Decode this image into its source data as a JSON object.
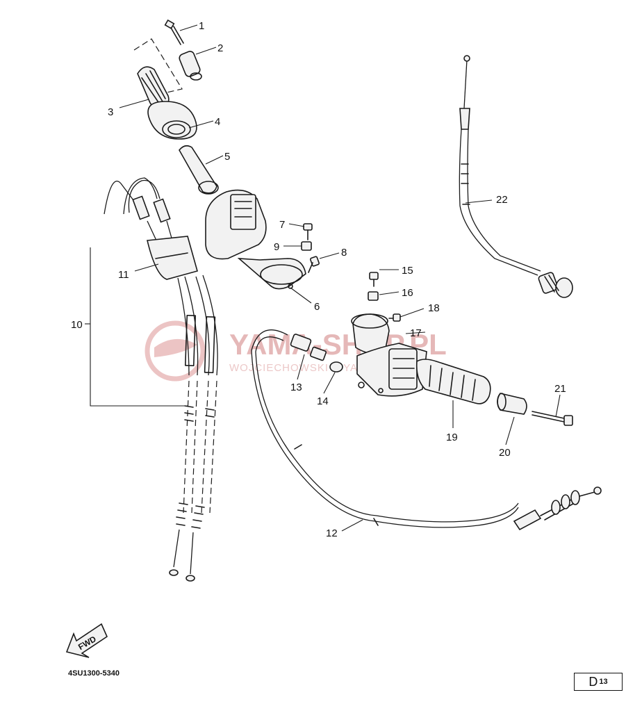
{
  "watermark": {
    "brand": "YAMA-SHOP.PL",
    "subtext": "WOJCIECHOWSKI & YAMAHA"
  },
  "callouts": [
    "1",
    "2",
    "3",
    "4",
    "5",
    "6",
    "7",
    "8",
    "9",
    "10",
    "11",
    "12",
    "13",
    "14",
    "15",
    "16",
    "17",
    "18",
    "19",
    "20",
    "21",
    "22"
  ],
  "fwd_label": "FWD",
  "doc_code": "4SU1300-5340",
  "page_ref": {
    "letter": "D",
    "number": "13"
  },
  "colors": {
    "line": "#1a1a1a",
    "watermark": "#e5b8b8",
    "background": "#ffffff"
  }
}
